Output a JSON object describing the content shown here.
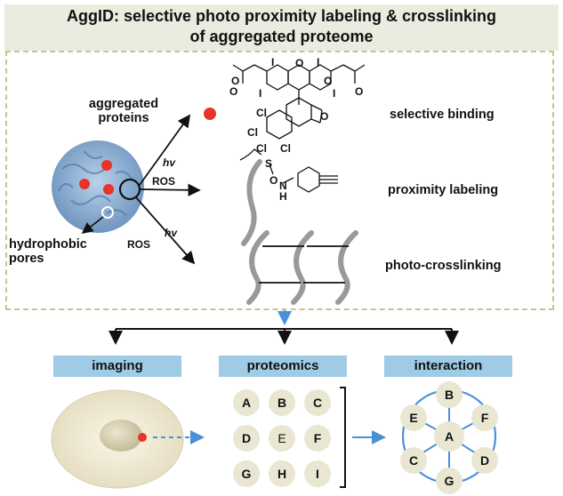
{
  "title": {
    "line1": "AggID: selective photo proximity labeling & crosslinking",
    "line2": "of aggregated proteome"
  },
  "left": {
    "aggregated_proteins_line1": "aggregated",
    "aggregated_proteins_line2": "proteins",
    "hydrophobic_line1": "hydrophobic",
    "hydrophobic_line2": "pores",
    "hv1": "hv",
    "ros1": "ROS",
    "hv2": "hv",
    "ros2": "ROS"
  },
  "structure": {
    "atoms": [
      "O",
      "O",
      "I",
      "I",
      "O",
      "O",
      "I",
      "I",
      "O",
      "O",
      "Cl",
      "Cl",
      "Cl",
      "Cl",
      "S",
      "O",
      "N",
      "H"
    ]
  },
  "mechanisms": [
    "selective binding",
    "proximity labeling",
    "photo-crosslinking"
  ],
  "bottom": {
    "tags": [
      "imaging",
      "proteomics",
      "interaction"
    ],
    "grid": [
      "A",
      "B",
      "C",
      "D",
      "E",
      "F",
      "G",
      "H",
      "I"
    ],
    "network": {
      "center": "A",
      "outer": [
        "B",
        "F",
        "D",
        "G",
        "C",
        "E"
      ]
    }
  },
  "colors": {
    "title_bg": "#ecebdf",
    "frame_dash": "#c9c195",
    "tag_bg": "#9fcbe6",
    "aggregate": "#8fb3d6",
    "red_dot": "#e8332a",
    "arrow_blue": "#4a90d9",
    "circle_bg": "#e9e7d2"
  }
}
